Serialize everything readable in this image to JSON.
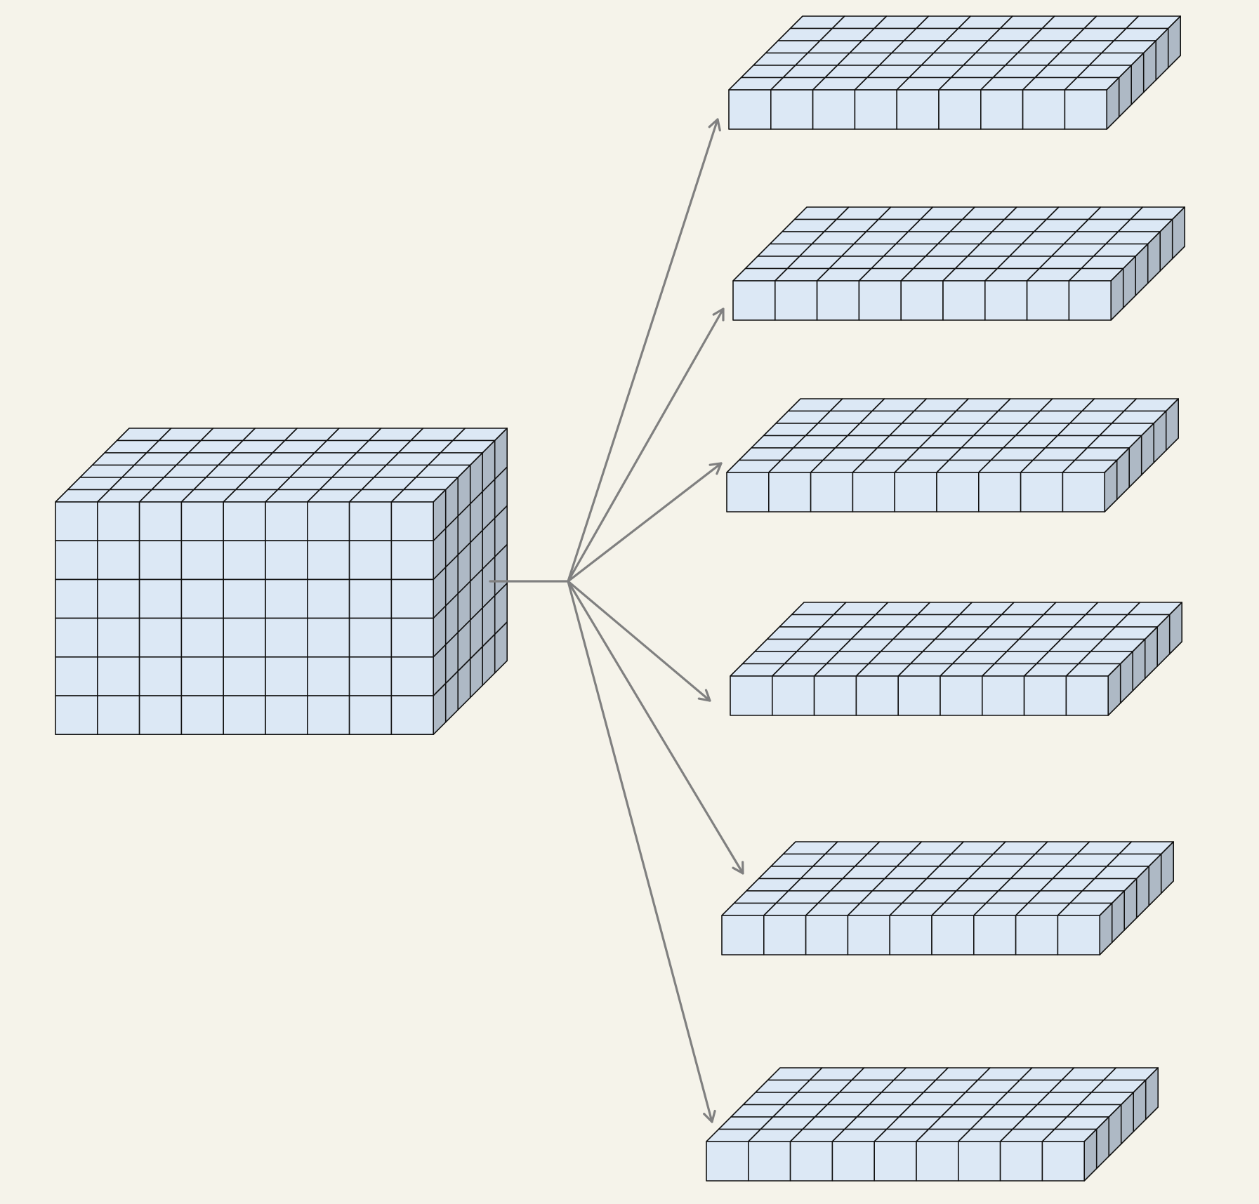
{
  "colors": {
    "background": "#f5f3ea",
    "cube_front": "#dce8f5",
    "cube_top": "#dce8f5",
    "cube_side": "#aeb9c5",
    "edge": "#111111",
    "arrow": "#808080"
  },
  "source_block": {
    "cols": 9,
    "rows": 6,
    "depth": 6
  },
  "slices": [
    {
      "cols": 9,
      "rows": 1,
      "depth": 6
    },
    {
      "cols": 9,
      "rows": 1,
      "depth": 6
    },
    {
      "cols": 9,
      "rows": 1,
      "depth": 6
    },
    {
      "cols": 9,
      "rows": 1,
      "depth": 6
    },
    {
      "cols": 9,
      "rows": 1,
      "depth": 6
    },
    {
      "cols": 9,
      "rows": 1,
      "depth": 6
    }
  ],
  "arrows": {
    "count": 6,
    "icon": "arrowhead-icon"
  }
}
